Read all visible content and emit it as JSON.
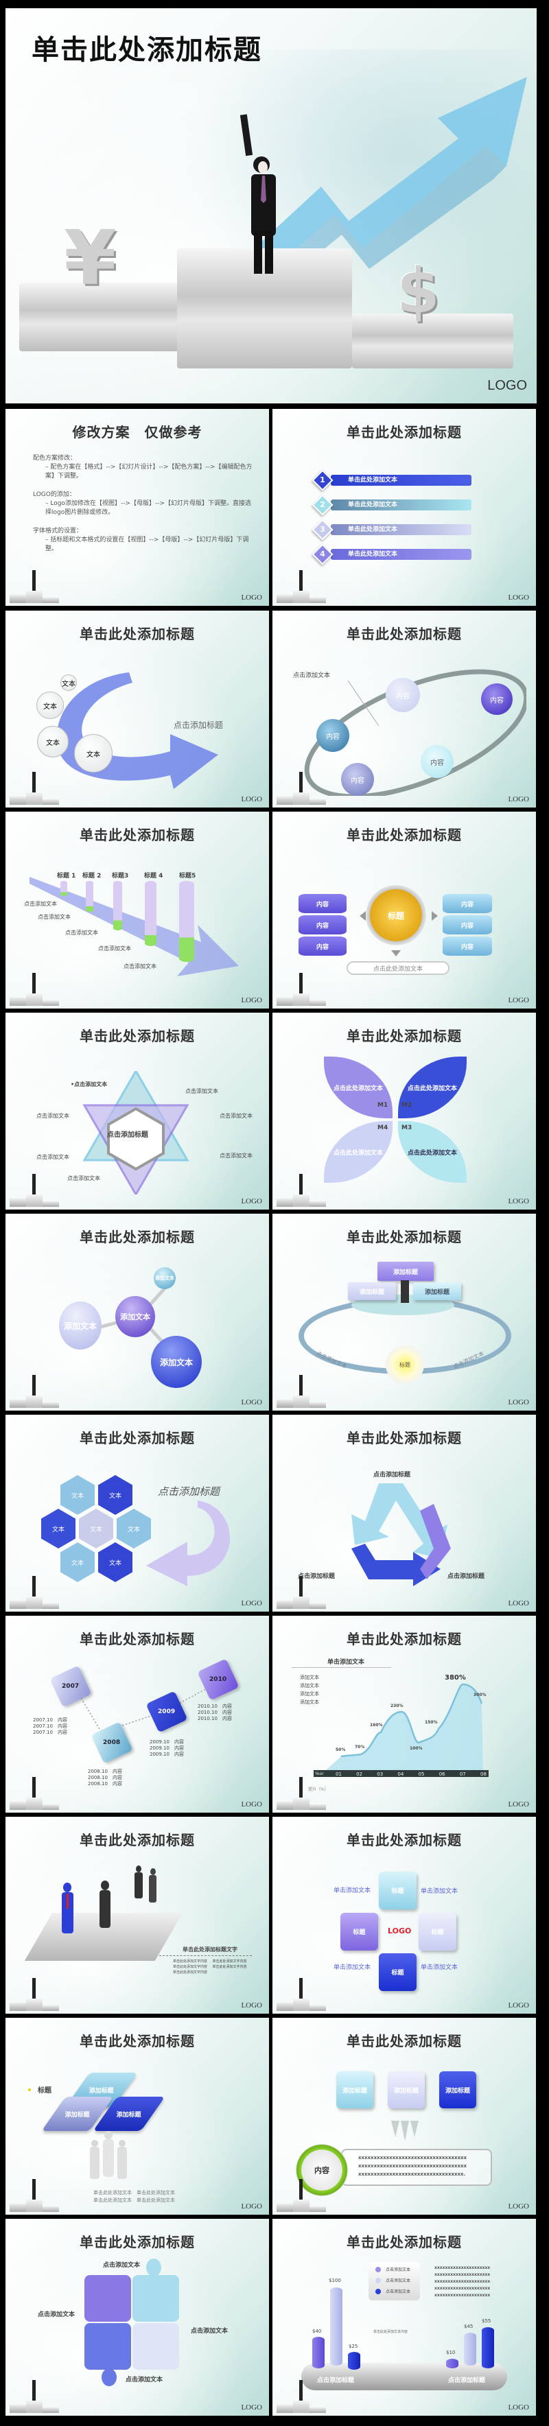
{
  "default_title": "单击此处添加标题",
  "logo": "LOGO",
  "hero": {
    "title": "单击此处添加标题",
    "logo": "LOGO",
    "symbols": {
      "yen": "¥",
      "dollar": "$"
    }
  },
  "slides": [
    {
      "id": "s2",
      "title": "修改方案　仅做参考",
      "bullets": [
        {
          "head": "配色方案修改：",
          "sub": "– 配色方案在【格式】-->【幻灯片设计】-->【配色方案】-->【编辑配色方案】下调整。"
        },
        {
          "head": "LOGO的添加：",
          "sub": "– Logo添加修改在【视图】-->【母版】-->【幻灯片母版】下调整。直接选择logo图片删除或修改。"
        },
        {
          "head": "字体格式的设置：",
          "sub": "– 括标题和文本格式的设置在【视图】-->【母版】-->【幻灯片母版】下调整。"
        }
      ]
    },
    {
      "id": "s3",
      "title": "单击此处添加标题",
      "items": [
        {
          "num": "1",
          "label": "单击此处添加文本",
          "color": "#3a4fd8"
        },
        {
          "num": "2",
          "label": "单击此处添加文本",
          "color": "#8fdde8"
        },
        {
          "num": "3",
          "label": "单击此处添加文本",
          "color": "#c3c8ee"
        },
        {
          "num": "4",
          "label": "单击此处添加文本",
          "color": "#7f7ee6"
        }
      ]
    },
    {
      "id": "s4",
      "title": "单击此处添加标题",
      "circles": [
        "文本",
        "文本",
        "文本",
        "文本"
      ],
      "caption": "点击添加标题"
    },
    {
      "id": "s5",
      "title": "单击此处添加标题",
      "note": "点击添加文本",
      "nodes": [
        "内容",
        "内容",
        "内容",
        "内容",
        "内容"
      ]
    },
    {
      "id": "s6",
      "title": "单击此处添加标题",
      "headers": [
        "标题 1",
        "标题 2",
        "标题3",
        "标题 4",
        "标题5"
      ],
      "labels": [
        "点击添加文本",
        "点击添加文本",
        "点击添加文本",
        "点击添加文本",
        "点击添加文本"
      ]
    },
    {
      "id": "s7",
      "title": "单击此处添加标题",
      "center": "标题",
      "left": [
        "内容",
        "内容",
        "内容"
      ],
      "right": [
        "内容",
        "内容",
        "内容"
      ],
      "footer": "点击此处添加文本"
    },
    {
      "id": "s8",
      "title": "单击此处添加标题",
      "center": "点击添加标题",
      "labels": [
        "•点击添加文本",
        "点击添加文本",
        "点击添加文本",
        "点击添加文本",
        "点击添加文本",
        "点击添加文本",
        "点击添加文本"
      ]
    },
    {
      "id": "s9",
      "title": "单击此处添加标题",
      "petals": [
        {
          "text": "点击此处添加文本",
          "tag": "M1",
          "color": "#9b8ee8"
        },
        {
          "text": "点击此处添加文本",
          "tag": "M2",
          "color": "#3a4fd8"
        },
        {
          "text": "点击此处添加文本",
          "tag": "M3",
          "color": "#b3e7f0"
        },
        {
          "text": "点击此处添加文本",
          "tag": "M4",
          "color": "#cdd3f5"
        }
      ]
    },
    {
      "id": "s10",
      "title": "单击此处添加标题",
      "balls": [
        "添加文本",
        "添加文本",
        "添加文本",
        "添加文本"
      ]
    },
    {
      "id": "s11",
      "title": "单击此处添加标题",
      "boxes": [
        "添加标题",
        "添加标题",
        "添加标题"
      ],
      "ring_labels": [
        "点击添加文本",
        "点击添加文本"
      ],
      "center": "标题"
    },
    {
      "id": "s12",
      "title": "单击此处添加标题",
      "hexes": [
        "文本",
        "文本",
        "文本",
        "文本",
        "文本",
        "文本",
        "文本"
      ],
      "caption": "点击添加标题"
    },
    {
      "id": "s13",
      "title": "单击此处添加标题",
      "labels": [
        "点击添加标题",
        "点击添加标题",
        "点击添加标题"
      ]
    },
    {
      "id": "s14",
      "title": "单击此处添加标题",
      "years": [
        {
          "year": "2007",
          "lines": [
            "2007.10　内容",
            "2007.10　内容",
            "2007.10　内容"
          ],
          "color": "#b9bdea"
        },
        {
          "year": "2008",
          "lines": [
            "2008.10　内容",
            "2008.10　内容",
            "2008.10　内容"
          ],
          "color": "#8fcfe4"
        },
        {
          "year": "2009",
          "lines": [
            "2009.10　内容",
            "2009.10　内容",
            "2009.10　内容"
          ],
          "color": "#3445d4"
        },
        {
          "year": "2010",
          "lines": [
            "2010.10　内容",
            "2010.10　内容",
            "2010.10　内容"
          ],
          "color": "#9a7fe6"
        }
      ]
    },
    {
      "id": "s15",
      "title": "单击此处添加标题",
      "subtitle": "单击添加文本",
      "legend": [
        "添加文本",
        "添加文本",
        "添加文本",
        "添加文本"
      ],
      "axis_label": "Year",
      "unit": "提升（%）",
      "categories": [
        "01",
        "02",
        "03",
        "04",
        "05",
        "06",
        "07",
        "08"
      ],
      "values": [
        50,
        70,
        160,
        230,
        100,
        150,
        380,
        300
      ],
      "value_labels": [
        "50%",
        "70%",
        "160%",
        "230%",
        "100%",
        "150%",
        "380%",
        "300%"
      ]
    },
    {
      "id": "s16",
      "title": "单击此处添加标题",
      "heading": "单击此处添加标题文字",
      "lines": [
        "单击此处添加文字内容",
        "单击此处添加文字内容",
        "单击此处添加文字内容",
        "单击此处添加文字内容",
        "单击此处添加文字内容"
      ]
    },
    {
      "id": "s17",
      "title": "单击此处添加标题",
      "center": "LOGO",
      "tiles": [
        "标题",
        "标题",
        "标题",
        "标题"
      ],
      "corners": [
        "单击添加文本",
        "单击添加文本",
        "单击添加文本",
        "单击添加文本"
      ]
    },
    {
      "id": "s18",
      "title": "单击此处添加标题",
      "bullet": "标题",
      "blocks": [
        "添加标题",
        "添加标题",
        "添加标题"
      ],
      "footer": [
        "单击此处添加文本　单击此处添加文本",
        "单击此处添加文本　单击此处添加文本"
      ]
    },
    {
      "id": "s19",
      "title": "单击此处添加标题",
      "boxes": [
        "添加标题",
        "添加标题",
        "添加标题"
      ],
      "circle": "内容",
      "lines": [
        "xxxxxxxxxxxxxxxxxxxxxxxxxxxxxxxxxxx",
        "xxxxxxxxxxxxxxxxxxxxxxxxxxxxxxxxxxx",
        "xxxxxxxxxxxxxxxxxxxxxxxxxxxxxxxxxx."
      ]
    },
    {
      "id": "s20",
      "title": "单击此处添加标题",
      "labels": [
        "点击添加文本",
        "点击添加文本",
        "点击添加文本",
        "点击添加文本"
      ]
    },
    {
      "id": "s21",
      "title": "单击此处添加标题",
      "legend": [
        "点击添加文本",
        "点击添加文本",
        "点击添加文本"
      ],
      "xlines": [
        "xxxxxxxxxxxxxxxxxxxxx",
        "xxxxxxxxxxxxxxxxxxxxx",
        "xxxxxxxxxxxxxxxxxxxxx",
        "xxxxxxxxxxxxxxxxxxxxx",
        "xxxxxxxxxxxxxxxxxxxxx"
      ],
      "note": "单击此处添加文本内容",
      "groups": [
        {
          "label": "点击添加标题",
          "bars": [
            {
              "v": "$40",
              "h": 40
            },
            {
              "v": "$100",
              "h": 100
            },
            {
              "v": "$25",
              "h": 25
            }
          ]
        },
        {
          "label": "点击添加标题",
          "bars": [
            {
              "v": "$10",
              "h": 10
            },
            {
              "v": "$45",
              "h": 45
            },
            {
              "v": "$55",
              "h": 55
            }
          ]
        }
      ]
    }
  ],
  "colors": {
    "deep_blue": "#3445d4",
    "lavender": "#9a8ee6",
    "sky": "#9edbe9",
    "pale": "#cfd5f4",
    "gold": "#e6b21a",
    "green": "#8fd32c"
  }
}
